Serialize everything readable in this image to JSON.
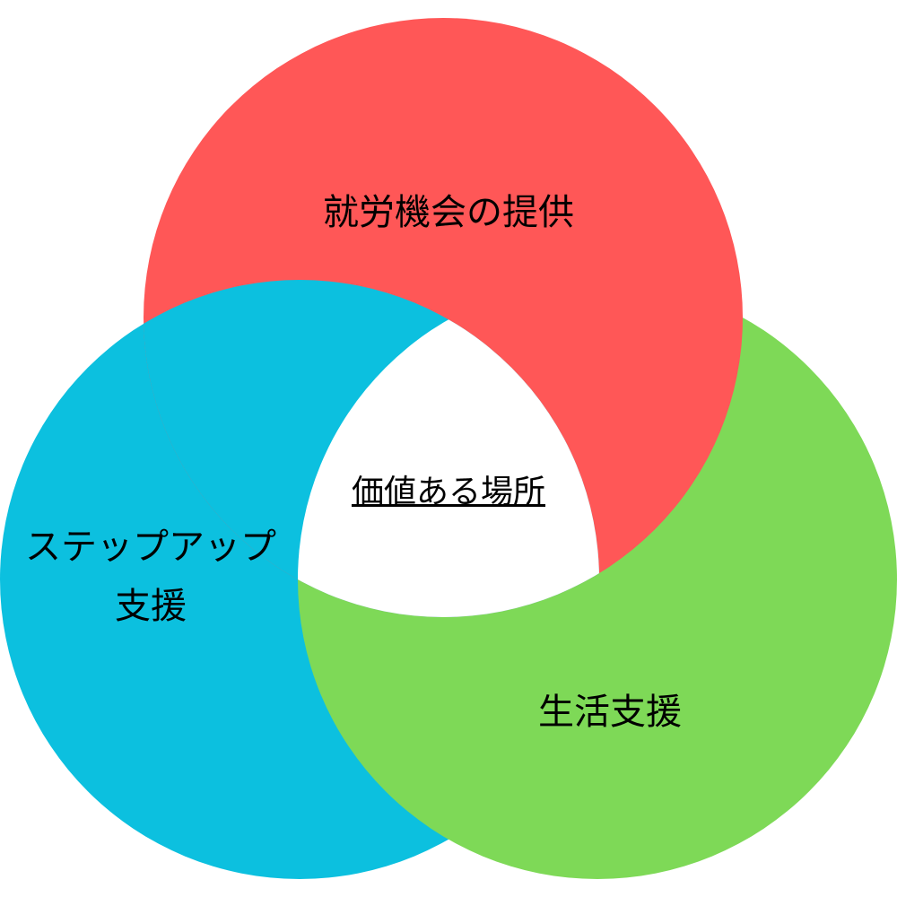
{
  "colors": {
    "employment": "#FF5757",
    "stepup": "#0CC0DF",
    "life": "#7ED957",
    "center": "#FFFFFF"
  },
  "circles": {
    "employment": {
      "label": "就労機会の提供"
    },
    "stepup": {
      "label_line1": "ステップアップ",
      "label_line2": "支援"
    },
    "life": {
      "label": "生活支援"
    }
  },
  "center": {
    "label": "価値ある場所"
  }
}
